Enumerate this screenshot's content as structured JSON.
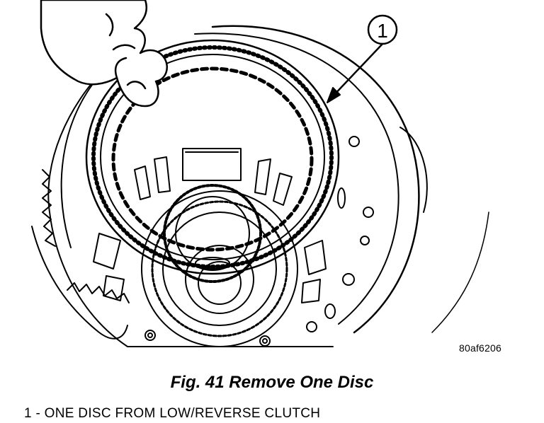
{
  "figure": {
    "callout_number": "1",
    "reference_code": "80af6206",
    "caption": "Fig. 41 Remove One Disc",
    "legend": [
      {
        "text": "1 - ONE DISC FROM LOW/REVERSE CLUTCH"
      }
    ]
  },
  "colors": {
    "ink": "#000000",
    "paper": "#ffffff"
  },
  "icons": [
    "hand-illustration",
    "clutch-disc",
    "transmission-case",
    "leader-arrow"
  ]
}
